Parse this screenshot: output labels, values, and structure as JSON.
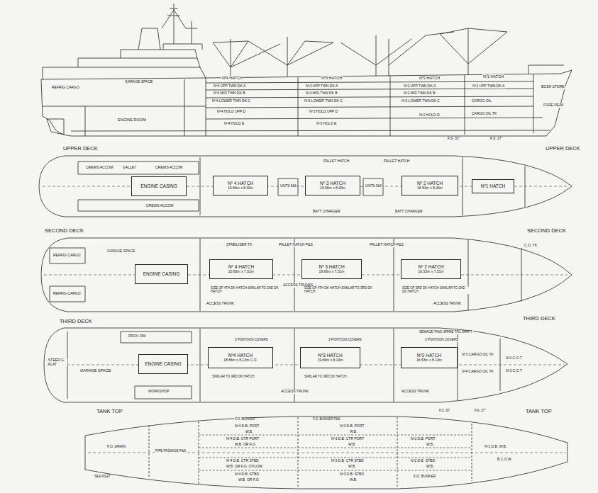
{
  "diagram": {
    "nodes": [
      {
        "text": [
          "ENGINE CASING"
        ]
      },
      {
        "text": [
          "Nº 4 HATCH",
          "19.66m x 8.30m"
        ]
      },
      {
        "text": [
          "Nº 3 HATCH",
          "19.66m x 8.30m"
        ]
      },
      {
        "text": [
          "Nº 2 HATCH",
          "16.53m x 8.30m"
        ]
      },
      {
        "text": [
          "Nº1 HATCH"
        ]
      },
      {
        "text": [
          "ENGINE CASING"
        ]
      },
      {
        "text": [
          "Nº 4 HATCH",
          "20.66m x 7.51m"
        ]
      },
      {
        "text": [
          "Nº 3 HATCH",
          "19.66m x 7.51m"
        ]
      },
      {
        "text": [
          "Nº 2 HATCH",
          "16.53m x 7.51m"
        ]
      },
      {
        "text": [
          "ENGINE CASING"
        ]
      },
      {
        "text": [
          "Nº4 HATCH",
          "18.66m x 8.13m C.O."
        ]
      },
      {
        "text": [
          "Nº3 HATCH",
          "19.66m x 8.13m"
        ]
      },
      {
        "text": [
          "Nº2 HATCH",
          "16.53m x 8.13m"
        ]
      }
    ],
    "labels": [
      "Nº4 HATCH",
      "Nº3 HATCH",
      "Nº2 HATCH",
      "Nº1 HATCH",
      "Nº4 UPP TWN DK A",
      "Nº4 MID TWN DK B",
      "Nº4 LOWER TWN DK C",
      "Nº4 HOLD UPP D",
      "Nº4 HOLD E",
      "Nº3 UPP TWN DK A",
      "Nº3 MID TWN DK B",
      "Nº3 LOWER TWN DK C",
      "Nº3 HOLD UPP D",
      "Nº3 HOLD E",
      "Nº2 UPP TWN DK A",
      "Nº2 MID TWN DK B",
      "Nº2 LOWER TWN DK C",
      "Nº2 HOLD D",
      "Nº1 UPP TWN DK A",
      "CARGO OIL",
      "CARGO OIL TK",
      "BOSN STORE",
      "FORE PEAK",
      "ENGINE ROOM",
      "GARAGE SPACE",
      "REFRIG CARGO",
      "F.S. 32\"",
      "F.S. 27\"",
      "UPPER DECK",
      "UPPER DECK",
      "CREWS ACCOM",
      "GALLEY",
      "CREWS ACCOM",
      "CREWS ACCOM",
      "PALLET HATCH",
      "PALLET HATCH",
      "UNITS 5&6",
      "UNITS 3&4",
      "BATT CHARGER",
      "BATT CHARGER",
      "SECOND DECK",
      "SECOND DECK",
      "GARAGE SPACE",
      "REFRIG CARGO",
      "REFRIG CARGO",
      "STABILISER TK",
      "PALLET HATCH P&S",
      "PALLET HATCH P&S",
      "ACCESS TRUNKS",
      "SIZE OF 4TH DK HATCH SIMILAR TO 2ND DK HATCH",
      "SIZE OF 4TH DK HATCH SIMILAR TO 3RD DK HATCH",
      "SIZE OF 3RD DK HATCH SIMILAR TO 2ND DK HATCH",
      "ACCESS TRUNK",
      "ACCESS TRUNK",
      "C.O. TK",
      "THIRD DECK",
      "THIRD DECK",
      "GARAGE SPACE",
      "PROV. RM",
      "STEER G FLAT",
      "WORKSHOP",
      "3 PONTOON COVERS",
      "3 PONTOON COVERS",
      "3 PONTOON COVERS",
      "SIMILAR TO 3RD DK HATCH",
      "SIMILAR TO 3RD DK HATCH",
      "ACCESS TRUNK",
      "ACCESS TRUNK",
      "SEWAGE TANK SPARE TAIL SHAFT",
      "Nº3 CARGO OIL TK",
      "Nº4 CARGO OIL TK",
      "Nº1 C.O.T",
      "Nº3 C.O.T",
      "TANK TOP",
      "TANK TOP",
      "F.S. 32\"",
      "F.S. 27\"",
      "F.O. BUNKER",
      "F.O. BUNKER P&S",
      "Nº4 D.B. PORT",
      "W.B.",
      "Nº3 D.B. PORT",
      "W.B.",
      "Nº4 D.B. CTR PORT",
      "W.B. OR F.O.",
      "Nº3 D.B. CTR PORT",
      "W.B.",
      "Nº2 D.B. PORT",
      "W.B.",
      "PIPE PASSAGE P&S",
      "Nº4 D.B. CTR STBD",
      "W.B. OR F.O. O'FLOW",
      "Nº3 D.B. CTR STBD",
      "W.B.",
      "Nº2 D.B. STBD",
      "W.B.",
      "Nº4 D.B. STBD",
      "W.B. OR F.O.",
      "Nº3 D.B. STBD",
      "W.B.",
      "F.O. BUNKER",
      "Nº1 D.B. W.B.",
      "B.C.O.W.",
      "F.O. DRAIN",
      "SEA INLET"
    ]
  }
}
